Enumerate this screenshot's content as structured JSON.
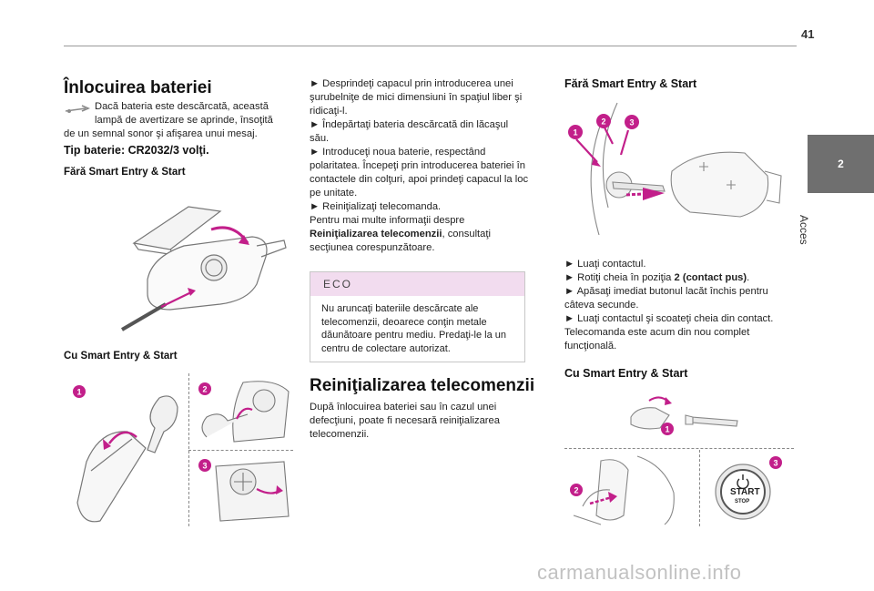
{
  "page_number": "41",
  "side_tab": {
    "number": "2",
    "label": "Acces"
  },
  "col1": {
    "title": "Înlocuirea bateriei",
    "warning_line1": "Dacă bateria este descărcată, această",
    "warning_line2": "lampă de avertizare se aprinde, însoţită",
    "warning_line3": "de un semnal sonor şi afişarea unui mesaj.",
    "battery_type": "Tip baterie: CR2032/3 volţi.",
    "heading_no_smart": "Fără Smart Entry & Start",
    "heading_smart": "Cu Smart Entry & Start"
  },
  "col2": {
    "steps": [
      "► Desprindeţi capacul prin introducerea unei",
      "şurubelniţe de mici dimensiuni în spaţiul liber şi",
      "ridicaţi-l.",
      "► Îndepărtaţi bateria descărcată din lăcaşul",
      "său.",
      "► Introduceţi noua baterie, respectând",
      "polaritatea. Începeţi prin introducerea bateriei în",
      "contactele din colţuri, apoi prindeţi capacul la loc",
      "pe unitate.",
      "► Reiniţializaţi telecomanda.",
      "Pentru mai multe informaţii despre"
    ],
    "ref_bold": "Reiniţializarea telecomenzii",
    "ref_tail": ", consultaţi",
    "ref_line2": "secţiunea corespunzătoare.",
    "eco_title": "ECO",
    "eco_lines": [
      "Nu aruncaţi bateriile descărcate ale",
      "telecomenzii, deoarece conţin metale",
      "dăunătoare pentru mediu. Predaţi-le la un",
      "centru de colectare autorizat."
    ],
    "reset_title": "Reiniţializarea telecomenzii",
    "reset_lines": [
      "După înlocuirea bateriei sau în cazul unei",
      "defecţiuni, poate fi necesară reiniţializarea",
      "telecomenzii."
    ]
  },
  "col3": {
    "heading_no_smart": "Fără Smart Entry & Start",
    "step1": "► Luaţi contactul.",
    "step2_pre": "► Rotiţi cheia în poziţia ",
    "step2_bold": "2 (contact pus)",
    "step2_post": ".",
    "step3a": "► Apăsaţi imediat butonul lacăt închis pentru",
    "step3b": "câteva secunde.",
    "step4": "► Luaţi contactul şi scoateţi cheia din contact.",
    "note1": "Telecomanda este acum din nou complet",
    "note2": "funcţională.",
    "heading_smart": "Cu Smart Entry & Start"
  },
  "callouts": {
    "c1": "1",
    "c2": "2",
    "c3": "3"
  },
  "start_button": {
    "line1": "START",
    "line2": "STOP"
  },
  "watermark": "carmanualsonline.info",
  "colors": {
    "callout": "#c21f8a",
    "eco_header": "#f2dcef",
    "side_tab": "#6f6f6f"
  }
}
